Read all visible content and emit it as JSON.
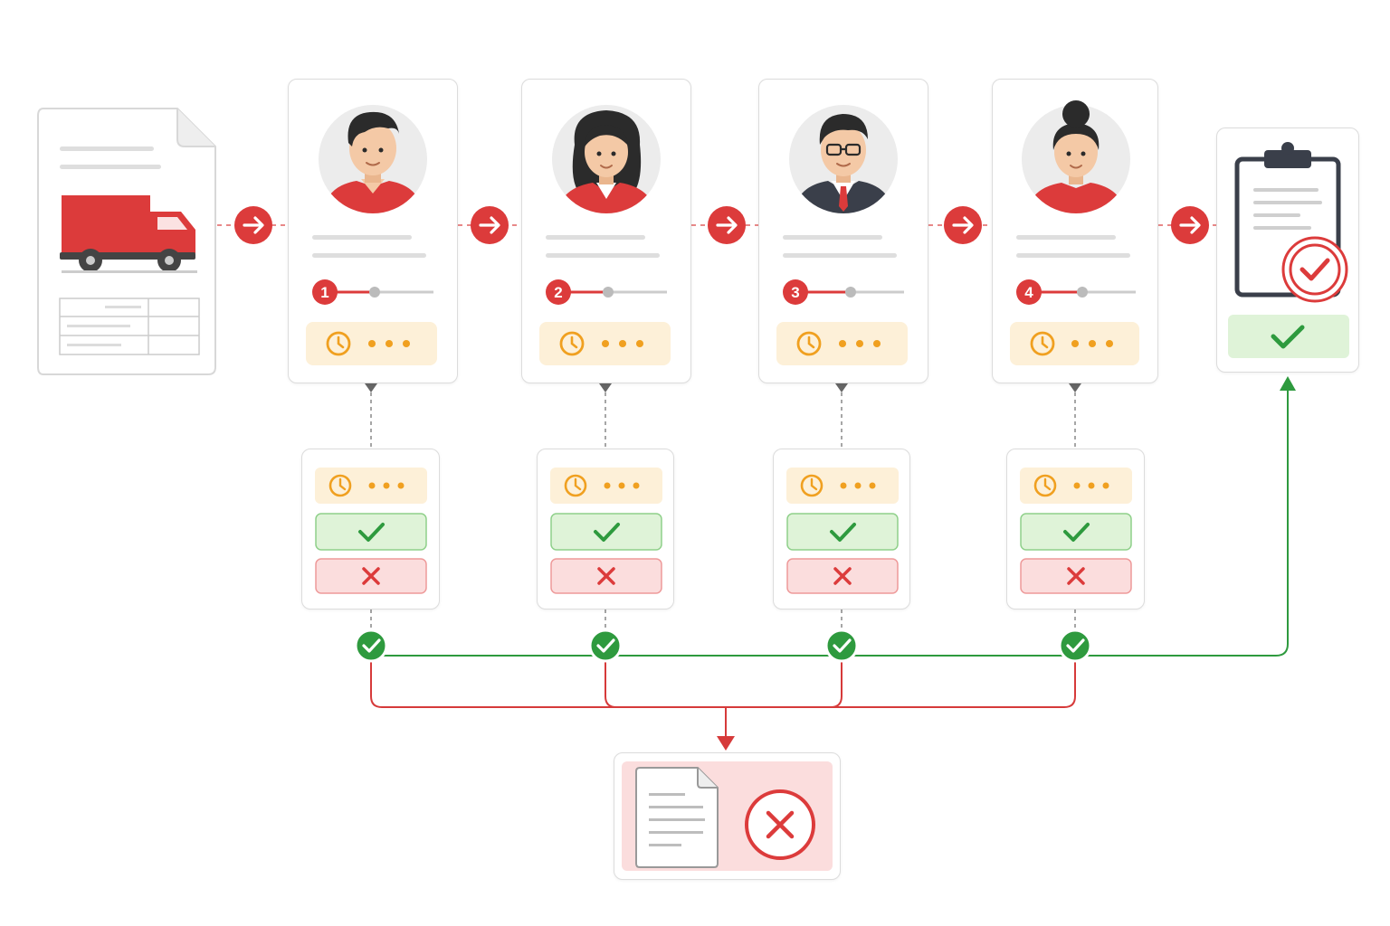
{
  "colors": {
    "accent_red": "#dc3b3b",
    "approve_green": "#2e9a3e",
    "pending_orange": "#f0a020",
    "pending_bg": "#fdf0d8",
    "approve_bg": "#dff3d8",
    "reject_bg": "#fbdddd",
    "line_gray": "#8a8a8a"
  },
  "source_document": {
    "icon": "truck-icon"
  },
  "approvers": [
    {
      "step": "1",
      "avatar": "man-red-shirt-avatar"
    },
    {
      "step": "2",
      "avatar": "woman-red-blazer-avatar"
    },
    {
      "step": "3",
      "avatar": "man-glasses-suit-avatar"
    },
    {
      "step": "4",
      "avatar": "woman-hair-bun-avatar"
    }
  ],
  "decision_options": [
    "pending",
    "approve",
    "reject"
  ],
  "final_outcomes": {
    "approved": {
      "icon": "clipboard-check-icon"
    },
    "rejected": {
      "icon": "document-reject-icon"
    }
  }
}
